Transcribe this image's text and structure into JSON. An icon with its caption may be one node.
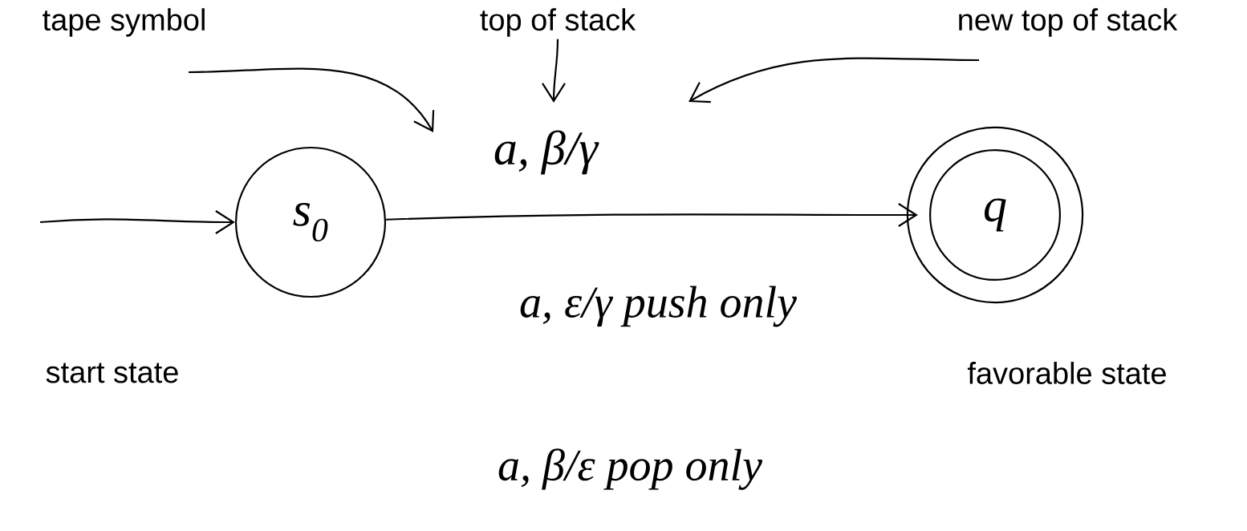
{
  "diagram": {
    "nodes": [
      {
        "text": [
          "tape symbol"
        ]
      },
      {
        "text": [
          "top of stack"
        ]
      },
      {
        "text": [
          "new top of stack"
        ]
      },
      {
        "text": [
          "s$_{0}$"
        ],
        "beside": [
          "start state"
        ]
      },
      {
        "text": [
          "q"
        ],
        "beside": [
          "favorable state"
        ]
      }
    ],
    "edges": [
      {
        "from": 0,
        "to": null,
        "arrow": "to"
      },
      {
        "from": 1,
        "to": null,
        "arrow": "to"
      },
      {
        "from": 2,
        "to": null,
        "arrow": "to"
      },
      {
        "from": null,
        "to": 3,
        "arrow": "to"
      },
      {
        "from": 3,
        "to": 4,
        "arrow": "to",
        "label": "a, β/γ"
      }
    ],
    "labels": [
      "a, ε/γ push only",
      "a, β/ε pop only"
    ]
  }
}
